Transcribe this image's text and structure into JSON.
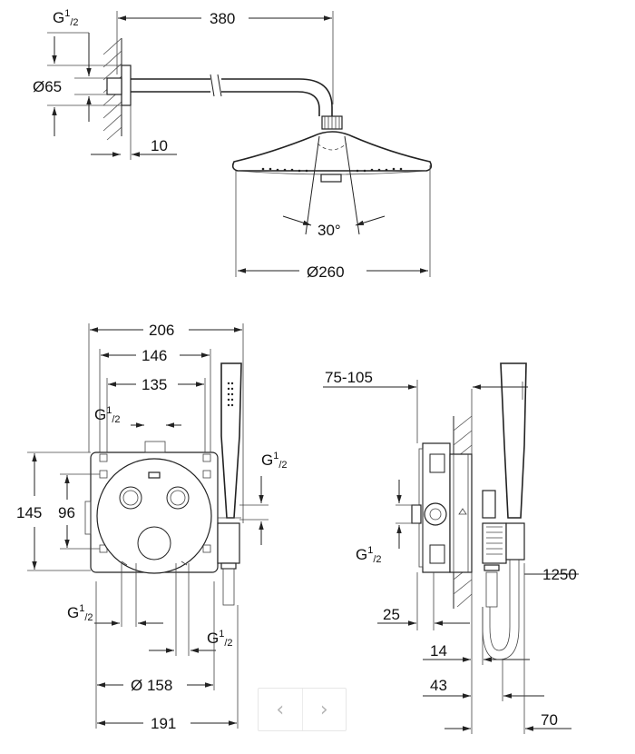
{
  "pager": {
    "prev_glyph": "‹",
    "next_glyph": "›"
  },
  "top_view": {
    "thread": {
      "base": "G",
      "sup": "1",
      "sub": "2"
    },
    "dia_65": "Ø65",
    "arm_length": "380",
    "wall_offset": "10",
    "angle": "30°",
    "head_dia": "Ø260"
  },
  "front_view": {
    "width_206": "206",
    "width_146": "146",
    "width_135": "135",
    "thread_top": {
      "base": "G",
      "sup": "1",
      "sub": "2"
    },
    "thread_right": {
      "base": "G",
      "sup": "1",
      "sub": "2"
    },
    "height_145": "145",
    "height_96": "96",
    "thread_bottom_left": {
      "base": "G",
      "sup": "1",
      "sub": "2"
    },
    "thread_bottom_right": {
      "base": "G",
      "sup": "1",
      "sub": "2"
    },
    "dia_158": "Ø 158",
    "width_191": "191"
  },
  "side_view": {
    "depth_range": "75-105",
    "thread": {
      "base": "G",
      "sup": "1",
      "sub": "2"
    },
    "hose_length": "1250",
    "dim_25": "25",
    "dim_14": "14",
    "dim_43": "43",
    "dim_70": "70"
  }
}
